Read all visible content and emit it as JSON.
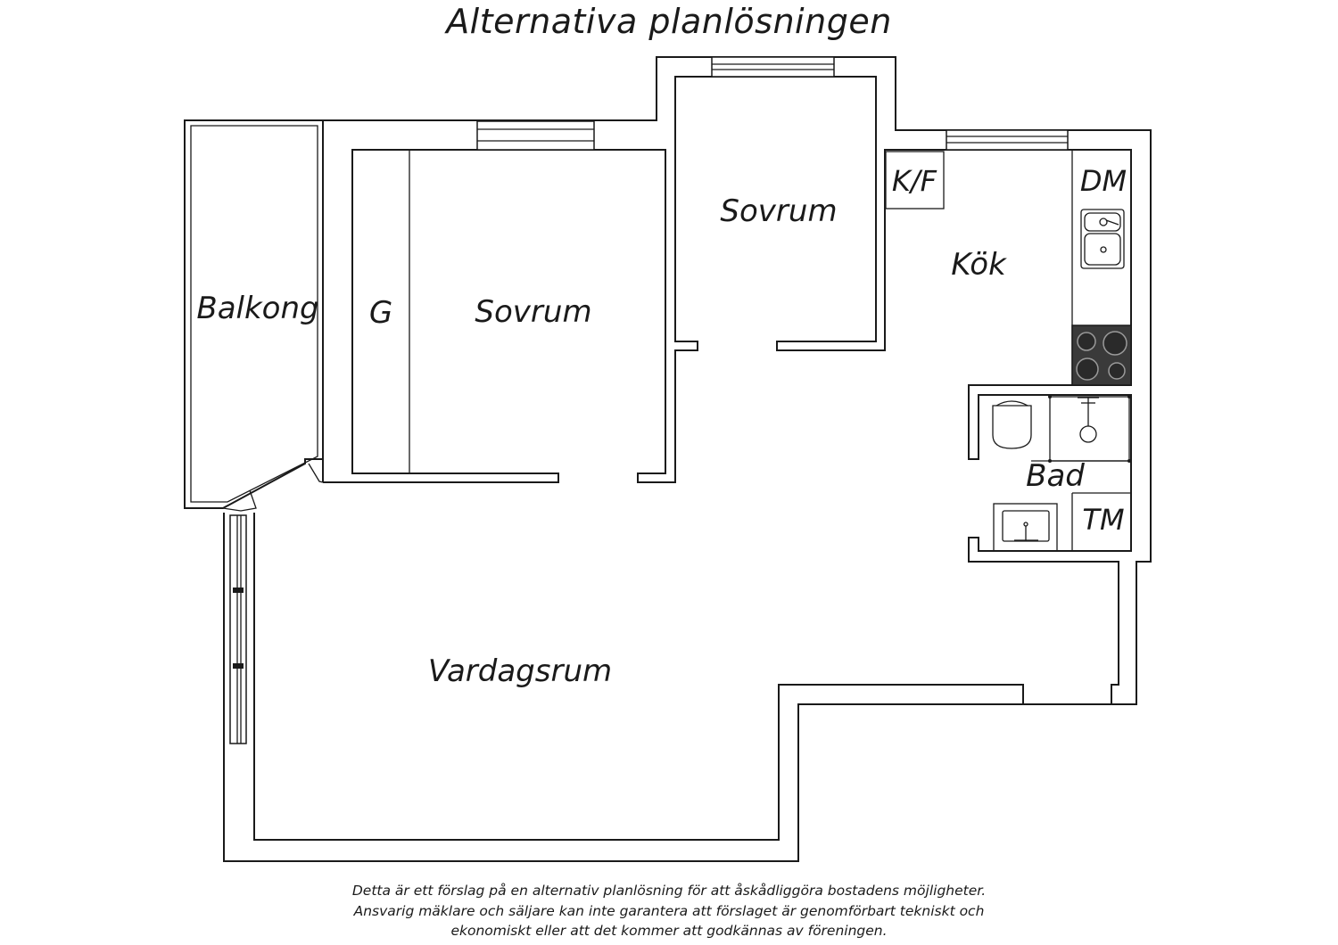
{
  "title": "Alternativa planlösningen",
  "rooms": {
    "balkong": "Balkong",
    "g": "G",
    "sovrum_1": "Sovrum",
    "sovrum_2": "Sovrum",
    "kf": "K/F",
    "kok": "Kök",
    "dm": "DM",
    "bad": "Bad",
    "tm": "TM",
    "vardagsrum": "Vardagsrum"
  },
  "icons": [
    "sink-icon",
    "stove-icon",
    "toilet-icon",
    "shower-icon",
    "washbasin-icon",
    "window-icon"
  ],
  "disclaimer": {
    "line1": "Detta är ett förslag på en alternativ planlösning för att åskådliggöra bostadens möjligheter.",
    "line2": "Ansvarig mäklare och säljare kan inte garantera att förslaget är genomförbart tekniskt och",
    "line3": "ekonomiskt eller att det kommer att godkännas av föreningen."
  },
  "colors": {
    "line": "#1a1a1a",
    "stove": "#3a3a3a",
    "background": "#ffffff"
  }
}
